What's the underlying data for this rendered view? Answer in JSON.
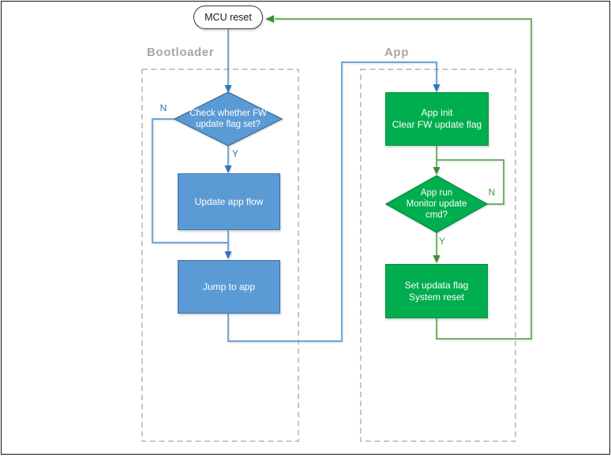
{
  "groups": {
    "bootloader": {
      "label": "Bootloader"
    },
    "app": {
      "label": "App"
    }
  },
  "nodes": {
    "mcu_reset": {
      "label": "MCU reset",
      "shape": "stadium"
    },
    "check_fw_flag": {
      "line1": "Check whether FW",
      "line2": "update flag set?",
      "shape": "diamond"
    },
    "update_app_flow": {
      "label": "Update app flow",
      "shape": "rect"
    },
    "jump_to_app": {
      "label": "Jump to app",
      "shape": "rect"
    },
    "app_init": {
      "line1": "App init",
      "line2": "Clear FW update flag",
      "shape": "rect"
    },
    "app_run": {
      "line1": "App run",
      "line2": "Monitor update",
      "line3": "cmd?",
      "shape": "diamond"
    },
    "set_update_flag": {
      "line1": "Set updata flag",
      "line2": "System reset",
      "shape": "rect"
    }
  },
  "edge_labels": {
    "check_no": "N",
    "check_yes": "Y",
    "run_no": "N",
    "run_yes": "Y"
  },
  "colors": {
    "blue_fill": "#5B9BD5",
    "blue_border": "#41719C",
    "blue_line": "#5B9BD5",
    "blue_arrow": "#3574B5",
    "green_fill": "#00AD4F",
    "green_border": "#00923D",
    "green_line": "#5CAC49",
    "green_arrow": "#3E8D31",
    "group_label_gray": "#A6A6A6",
    "dashed_border_gray": "#B3B3B3",
    "page_border": "#141414"
  }
}
